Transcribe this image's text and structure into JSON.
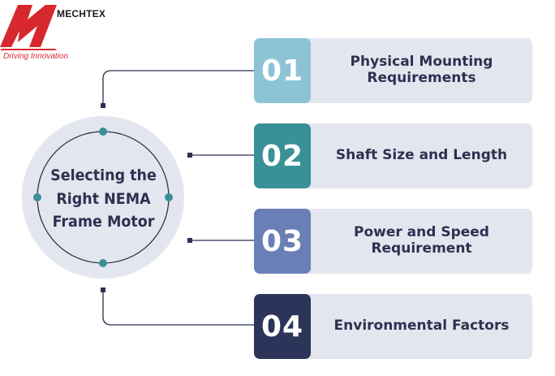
{
  "brand": {
    "name": "MECHTEX",
    "tagline": "Driving Innovation",
    "red": "#d8282f"
  },
  "center": {
    "title": "Selecting the Right NEMA Frame Motor"
  },
  "items": [
    {
      "num": "01",
      "label": "Physical Mounting Requirements",
      "color": "#8cc4d6"
    },
    {
      "num": "02",
      "label": "Shaft Size and Length",
      "color": "#3a9097"
    },
    {
      "num": "03",
      "label": "Power and Speed Requirement",
      "color": "#6a7fb5"
    },
    {
      "num": "04",
      "label": "Environmental Factors",
      "color": "#2c3559"
    }
  ],
  "colors": {
    "text": "#2c3150",
    "card_bg": "#e4e6ef",
    "dot": "#3a9097",
    "line": "#2c3150"
  }
}
